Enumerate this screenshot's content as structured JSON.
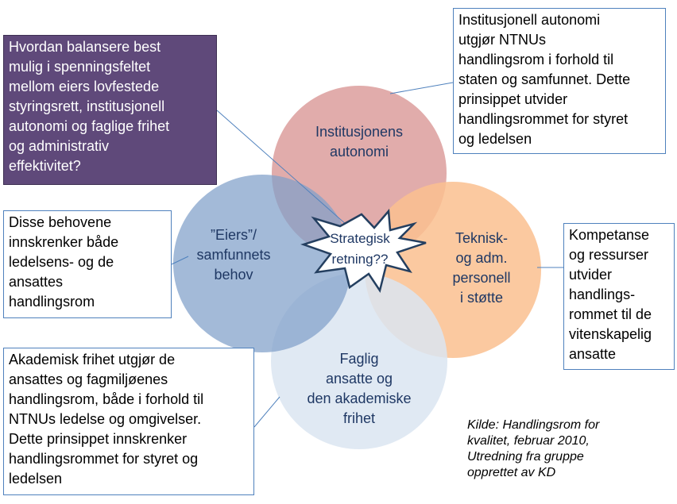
{
  "boxes": {
    "question": "Hvordan balansere best\nmulig i spenningsfeltet\nmellom eiers lovfestede\nstyringsrett, institusjonell\nautonomi og faglige frihet\nog administrativ\neffektivitet?",
    "autonomy_note": "Institusjonell autonomi\nutgjør NTNUs\nhandlingsrom i forhold til\nstaten og samfunnet. Dette\nprinsippet utvider\nhandlingsrommet for styret\nog ledelsen",
    "needs_note": "Disse behovene\ninnskrenker både\nledelsens- og de\nansattes\nhandlingsrom",
    "competence_note": "Kompetanse\nog ressurser\nutvider\nhandlings-\nrommet til de\nvitenskapelig\nansatte",
    "academic_note": "Akademisk frihet utgjør de\nansattes og fagmiljøenes\nhandlingsrom, både i forhold til\nNTNUs ledelse og omgivelser.\nDette prinsippet innskrenker\nhandlingsrommet for styret og\nledelsen"
  },
  "circles": {
    "top": "Institusjonens\nautonomi",
    "left": "”Eiers”/\nsamfunnets\nbehov",
    "right": "Teknisk-\nog adm.\npersonell\ni støtte",
    "bottom": "Faglig\nansatte og\nden akademiske\nfrihet"
  },
  "center": {
    "line1": "Strategisk",
    "line2": "retning??"
  },
  "source": "Kilde: Handlingsrom for\nkvalitet, februar 2010,\nUtredning fra gruppe\nopprettet av KD",
  "colors": {
    "top_circle": "#d99594",
    "left_circle": "#95b3d7",
    "right_circle": "#fabf8f",
    "bottom_circle": "#dbe5f1",
    "purple_box": "#5f497a",
    "box_border": "#4f81bd"
  }
}
